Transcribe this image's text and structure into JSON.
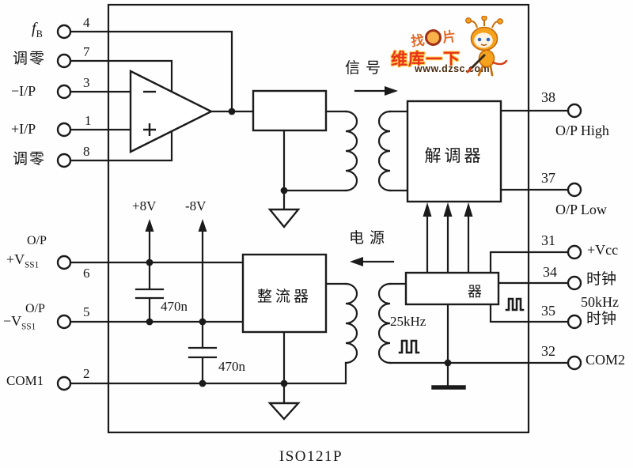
{
  "footer": {
    "part_number": "ISO121P"
  },
  "pins": {
    "left": [
      {
        "number": "4",
        "label_main": "f",
        "label_sub": "B"
      },
      {
        "number": "7",
        "label": "调零"
      },
      {
        "number": "3",
        "label": "−I/P"
      },
      {
        "number": "1",
        "label": "+I/P"
      },
      {
        "number": "8",
        "label": "调零"
      },
      {
        "number": "6",
        "label_line1": "O/P",
        "label_main": "+V",
        "label_sub": "SS1"
      },
      {
        "number": "5",
        "label_line1": "O/P",
        "label_main": "−V",
        "label_sub": "SS1"
      },
      {
        "number": "2",
        "label": "COM1"
      }
    ],
    "right": [
      {
        "number": "38",
        "label": "O/P High"
      },
      {
        "number": "37",
        "label": "O/P Low"
      },
      {
        "number": "31",
        "label": "+Vcc"
      },
      {
        "number": "34",
        "label": "时钟"
      },
      {
        "number": "35",
        "label": "时钟"
      },
      {
        "number": "32",
        "label": "COM2"
      }
    ]
  },
  "blocks": {
    "demodulator": "解调器",
    "rectifier": "整流器",
    "oscillator": "器"
  },
  "annotations": {
    "signal": "信号",
    "power": "电源",
    "supply_positive": "+8V",
    "supply_negative": "-8V",
    "capacitor1": "470n",
    "capacitor2": "470n",
    "carrier_frequency": "25kHz",
    "clock_frequency": "50kHz"
  },
  "watermark": {
    "slogan_prefix": "找",
    "slogan_suffix": "片",
    "brand": "维库一下",
    "url": "www.dzsc.com"
  },
  "colors": {
    "ink": "#1b1b1b",
    "background": "#fefefe",
    "brand_red": "#e8321a",
    "brand_outline": "#ffcf4a",
    "slogan_orange": "#e06a28",
    "url_brown": "#4a2c0e",
    "mascot_orange": "#f5a31f"
  }
}
